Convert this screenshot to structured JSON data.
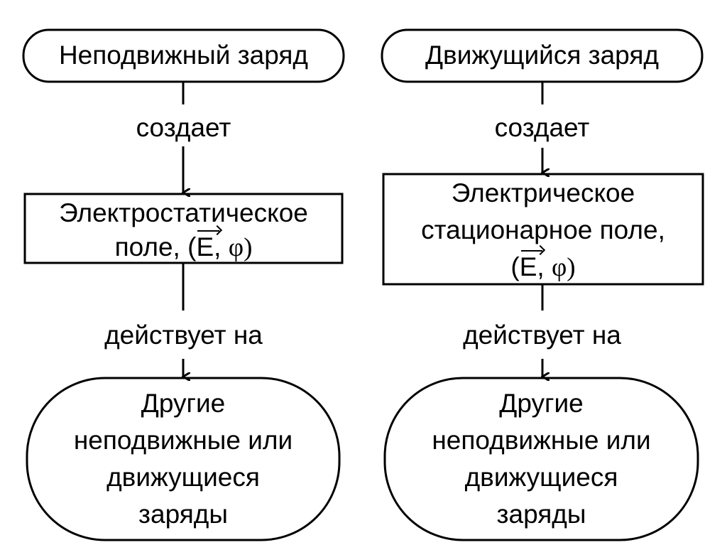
{
  "left": {
    "source": "Неподвижный заряд",
    "creates": "создает",
    "field_line1": "Электростатическое",
    "field_prefix": "поле, (",
    "field_vector": "E",
    "field_sep": ", ",
    "field_phi": "φ",
    "field_close": ")",
    "acts_on": "действует на",
    "target_lines": [
      "Другие",
      "неподвижные или",
      "движущиеся",
      "заряды"
    ]
  },
  "right": {
    "source": "Движущийся заряд",
    "creates": "создает",
    "field_line1": "Электрическое",
    "field_line2": "стационарное поле,",
    "field_prefix": "(",
    "field_vector": "E",
    "field_sep": ", ",
    "field_phi": "φ",
    "field_close": ")",
    "acts_on": "действует на",
    "target_lines": [
      "Другие",
      "неподвижные или",
      "движущиеся",
      "заряды"
    ]
  }
}
